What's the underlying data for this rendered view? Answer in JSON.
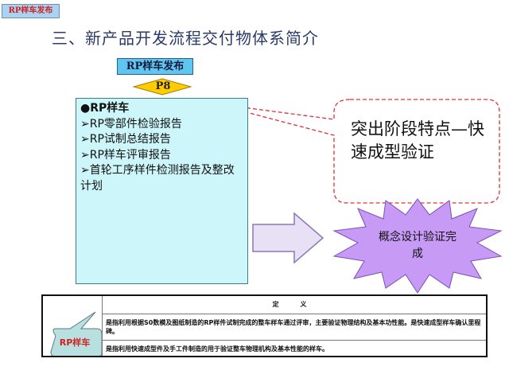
{
  "title": "三、新产品开发流程交付物体系简介",
  "milestone": {
    "label": "RP样车发布",
    "gate": "P8"
  },
  "deliverables": {
    "heading": "●RP样车",
    "items": [
      "➢RP零部件检验报告",
      "➢RP试制总结报告",
      "➢RP样车评审报告",
      "➢首轮工序样件检测报告及整改计划"
    ]
  },
  "callout": "突出阶段特点—快速成型验证",
  "burst": "概念设计验证完成",
  "table": {
    "header": "定 义",
    "left_top": "RP样车发布",
    "left_bottom": "RP样车",
    "row1": "是指利用根据S0数模及图纸制造的RP样件试制完成的整车样车通过评审，主要验证物理结构及基本功性能。是快速成型样车确认里程碑。",
    "row2": "是指利用快速成型件及手工件制造的用于验证整车物理机构及基本性能的样车。"
  },
  "colors": {
    "release_fill": "#5ec6f0",
    "gate_fill": "#ffcc00",
    "box_fill": "#cdf6fa",
    "burst_fill": "#c79af5",
    "callout_border": "#d9343a"
  }
}
